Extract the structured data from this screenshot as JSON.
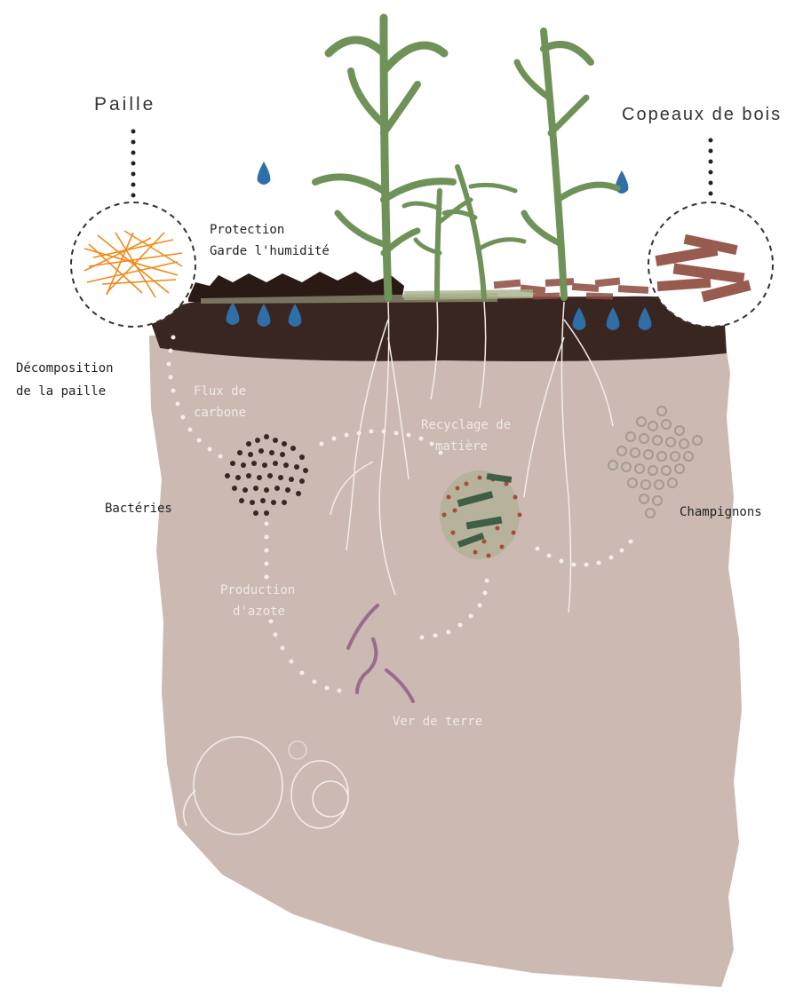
{
  "labels": {
    "paille": "Paille",
    "copeaux": "Copeaux de bois",
    "protection": "Protection",
    "humidite": "Garde l'humidité",
    "decomposition_1": "Décomposition",
    "decomposition_2": "de la paille",
    "flux_1": "Flux de",
    "flux_2": "carbone",
    "recyclage_1": "Recyclage de",
    "recyclage_2": "matière",
    "bacteries": "Bactéries",
    "champignons": "Champignons",
    "azote_1": "Production",
    "azote_2": "d'azote",
    "ver": "Ver de terre"
  },
  "colors": {
    "soil": "#cbb9b2",
    "topsoil": "#3a2620",
    "plant": "#6f9258",
    "water": "#2f6fa8",
    "straw": "#f08a1a",
    "wood": "#8c4a3e",
    "worm": "#9b6a8e",
    "fungi": "#a49a8e"
  }
}
